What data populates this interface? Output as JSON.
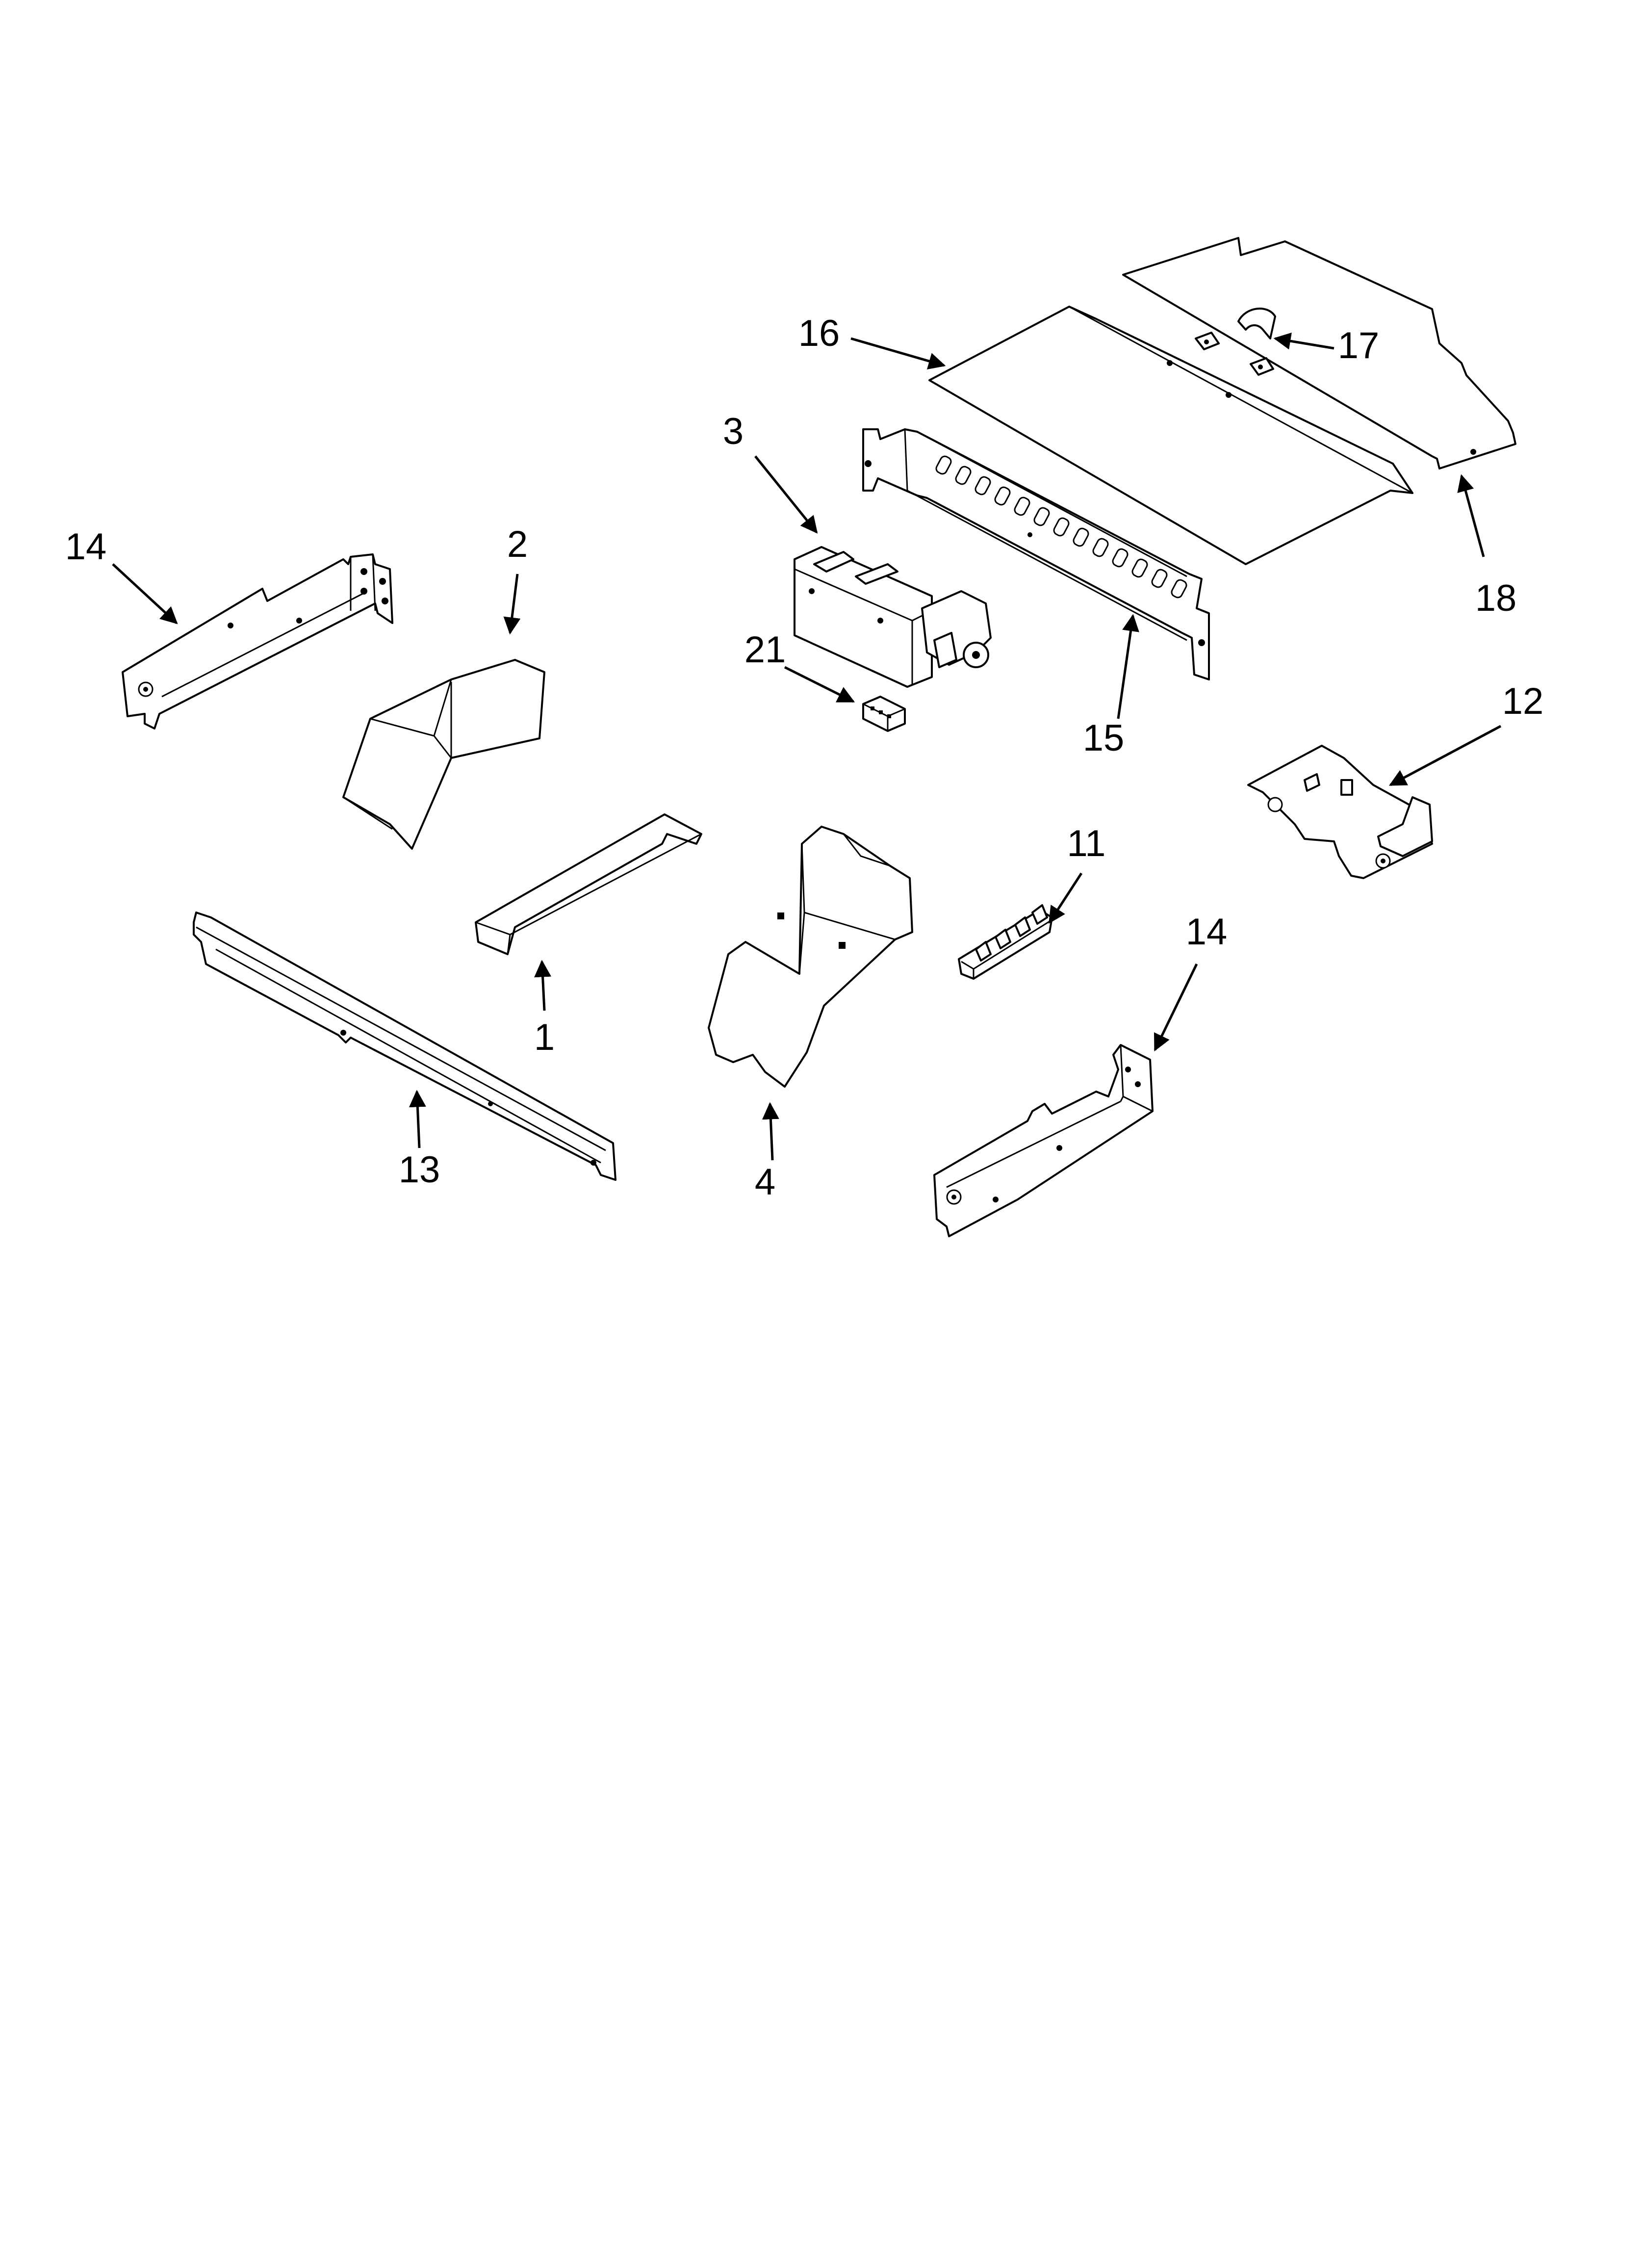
{
  "callouts": {
    "c1": "1",
    "c2": "2",
    "c3": "3",
    "c4": "4",
    "c11": "11",
    "c12": "12",
    "c13": "13",
    "c14a": "14",
    "c14b": "14",
    "c15": "15",
    "c16": "16",
    "c17": "17",
    "c18": "18",
    "c21": "21"
  },
  "colors": {
    "line": "#000000",
    "background": "#ffffff"
  }
}
